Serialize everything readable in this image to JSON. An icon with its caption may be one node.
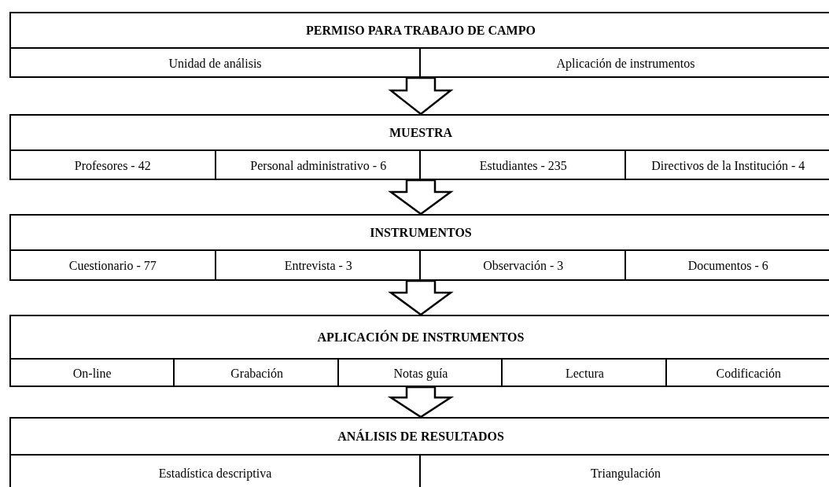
{
  "diagram": {
    "nodes": [
      {
        "text": [
          "PERMISO PARA TRABAJO DE CAMPO"
        ]
      },
      {
        "text": [
          "Unidad de análisis"
        ],
        "in": 0
      },
      {
        "text": [
          "Aplicación de instrumentos"
        ],
        "in": 0
      },
      {
        "text": [
          "MUESTRA"
        ]
      },
      {
        "text": [
          "Profesores - 42"
        ],
        "in": 3
      },
      {
        "text": [
          "Personal administrativo - 6"
        ],
        "in": 3
      },
      {
        "text": [
          "Estudiantes - 235"
        ],
        "in": 3
      },
      {
        "text": [
          "Directivos de la Institución - 4"
        ],
        "in": 3
      },
      {
        "text": [
          "INSTRUMENTOS"
        ]
      },
      {
        "text": [
          "Cuestionario - 77"
        ],
        "in": 8
      },
      {
        "text": [
          "Entrevista - 3"
        ],
        "in": 8
      },
      {
        "text": [
          "Observación - 3"
        ],
        "in": 8
      },
      {
        "text": [
          "Documentos - 6"
        ],
        "in": 8
      },
      {
        "text": [
          "APLICACIÓN DE INSTRUMENTOS"
        ]
      },
      {
        "text": [
          "On-line"
        ],
        "in": 13
      },
      {
        "text": [
          "Grabación"
        ],
        "in": 13
      },
      {
        "text": [
          "Notas guía"
        ],
        "in": 13
      },
      {
        "text": [
          "Lectura"
        ],
        "in": 13
      },
      {
        "text": [
          "Codificación"
        ],
        "in": 13
      },
      {
        "text": [
          "ANÁLISIS DE RESULTADOS"
        ]
      },
      {
        "text": [
          "Estadística descriptiva"
        ],
        "in": 19
      },
      {
        "text": [
          "Triangulación"
        ],
        "in": 19
      }
    ],
    "edges": [
      {
        "from": 0,
        "to": 3,
        "arrow": "to"
      },
      {
        "from": 3,
        "to": 8,
        "arrow": "to"
      },
      {
        "from": 8,
        "to": 13,
        "arrow": "to"
      },
      {
        "from": 13,
        "to": 19,
        "arrow": "to"
      }
    ]
  }
}
